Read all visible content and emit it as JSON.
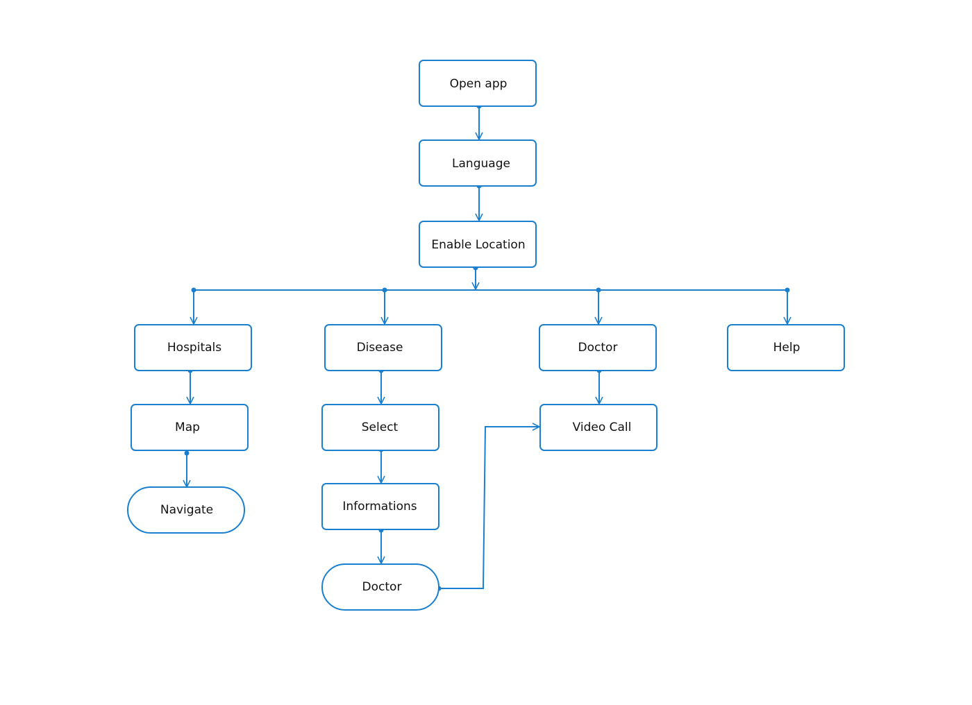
{
  "colors": {
    "stroke": "#1a7fcf",
    "fill": "#ffffff",
    "text": "#111111"
  },
  "nodes": {
    "open_app": "Open app",
    "language": "Language",
    "enable_location": "Enable Location",
    "hospitals": "Hospitals",
    "disease": "Disease",
    "doctor": "Doctor",
    "help": "Help",
    "map": "Map",
    "select": "Select",
    "video_call": "Video Call",
    "navigate": "Navigate",
    "informations": "Informations",
    "doctor_end": "Doctor"
  }
}
